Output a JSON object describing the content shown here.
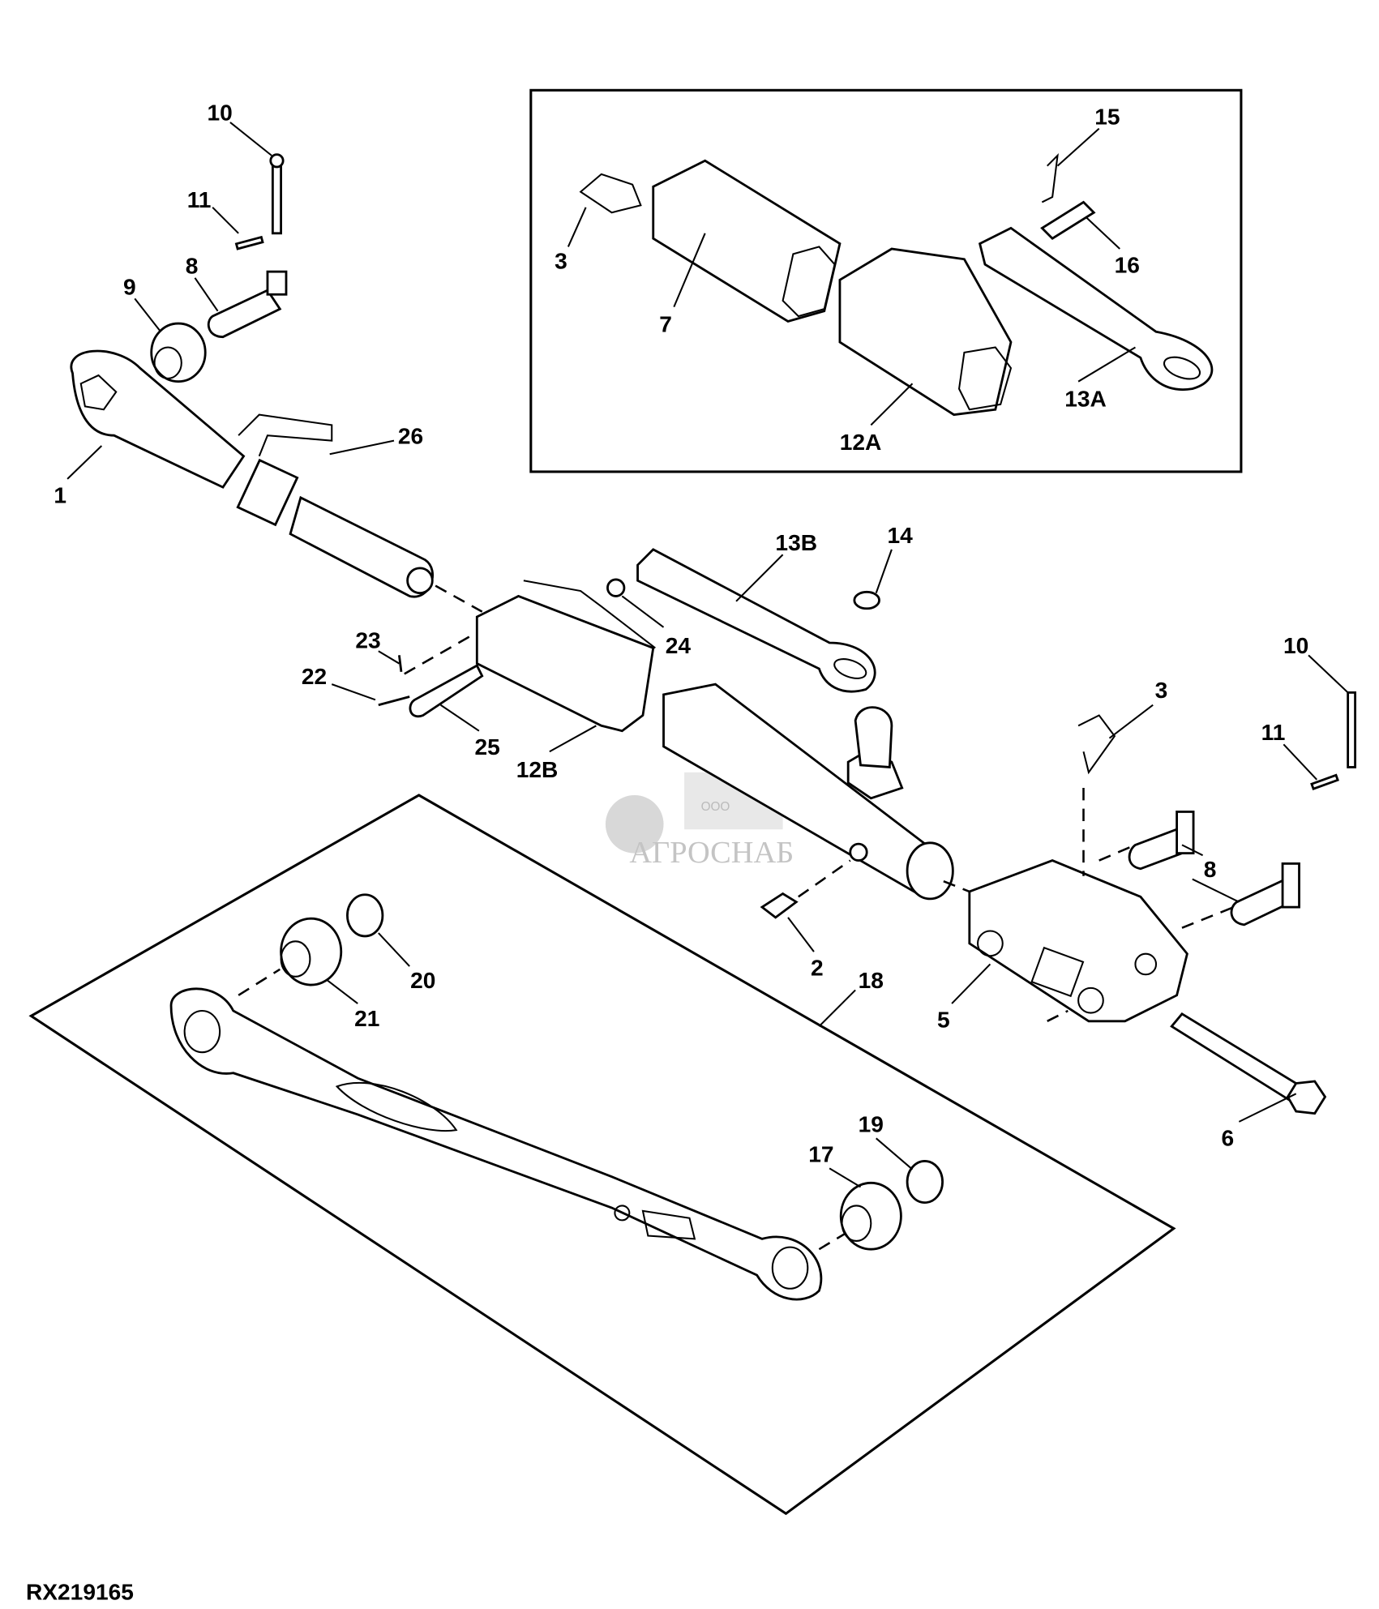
{
  "figure_id": "RX219165",
  "watermark": {
    "prefix": "ООО",
    "name": "АГРОСНАБ"
  },
  "callouts": {
    "c10a": "10",
    "c11a": "11",
    "c8a": "8",
    "c9": "9",
    "c1": "1",
    "c26": "26",
    "c3a": "3",
    "c7": "7",
    "c15": "15",
    "c16": "16",
    "c13a": "13A",
    "c12a": "12A",
    "c13b": "13B",
    "c14": "14",
    "c24": "24",
    "c23": "23",
    "c22": "22",
    "c25": "25",
    "c12b": "12B",
    "c10b": "10",
    "c3b": "3",
    "c11b": "11",
    "c8b": "8",
    "c2": "2",
    "c18": "18",
    "c20": "20",
    "c21": "21",
    "c5": "5",
    "c6": "6",
    "c19": "19",
    "c17": "17"
  }
}
